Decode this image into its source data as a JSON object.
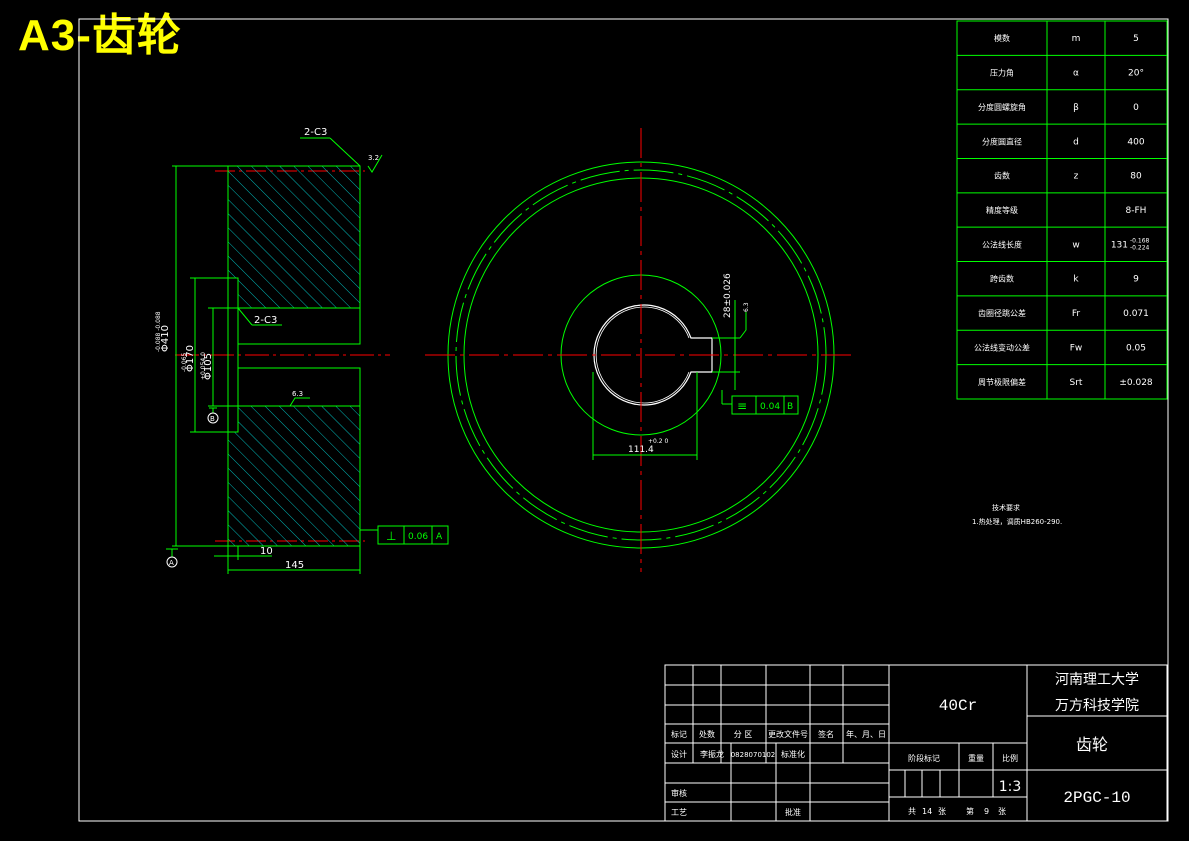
{
  "overlay_title": "A3-齿轮",
  "colors": {
    "outline": "#00ff00",
    "hatch": "#00e6e6",
    "center": "#ff0000",
    "text": "#ffffff",
    "frame": "#ffffff",
    "dim": "#00ff00",
    "caption": "#ffff00"
  },
  "params": [
    {
      "name": "模数",
      "sym": "m",
      "val": "5"
    },
    {
      "name": "压力角",
      "sym": "α",
      "val": "20°"
    },
    {
      "name": "分度圆螺旋角",
      "sym": "β",
      "val": "0"
    },
    {
      "name": "分度圆直径",
      "sym": "d",
      "val": "400"
    },
    {
      "name": "齿数",
      "sym": "z",
      "val": "80"
    },
    {
      "name": "精度等级",
      "sym": "",
      "val": "8-FH"
    },
    {
      "name": "公法线长度",
      "sym": "w",
      "val": "131",
      "val_sup": "-0.168",
      "val_sub": "-0.224"
    },
    {
      "name": "跨齿数",
      "sym": "k",
      "val": "9"
    },
    {
      "name": "齿圈径跳公差",
      "sym": "Fr",
      "val": "0.071"
    },
    {
      "name": "公法线变动公差",
      "sym": "Fw",
      "val": "0.05"
    },
    {
      "name": "周节极限偏差",
      "sym": "Srt",
      "val": "±0.028"
    }
  ],
  "section": {
    "chamfer_top": "2-C3",
    "chamfer_inner": "2-C3",
    "rough_top": "3.2",
    "rough_bore": "6.3",
    "d_outer": "Φ410",
    "d_outer_tol": "-0.088\n-0.088",
    "d_hub": "Φ170",
    "d_hub_tol": "-0.065",
    "d_bore": "Φ105",
    "d_bore_tol": "+0.054\n0",
    "width": "145",
    "width_small": "10",
    "datum_a": "A",
    "datum_b": "B",
    "tol_perp": "⊥",
    "tol_perp_val": "0.06",
    "tol_perp_datum": "A"
  },
  "front": {
    "keyway_w": "28±0.026",
    "keyway_depth": "111.4",
    "keyway_depth_tol": "+0.2\n0",
    "rough_key": "6.3",
    "tol_sym": "≡",
    "tol_val": "0.04",
    "tol_datum": "B"
  },
  "notes": {
    "title": "技术要求",
    "line1": "1.热处理，调质HB260-290."
  },
  "title_block": {
    "material": "40Cr",
    "school_line1": "河南理工大学",
    "school_line2": "万方科技学院",
    "part_name": "齿轮",
    "drawing_no": "2PGC-10",
    "scale": "1:3",
    "h_mark": "标记",
    "h_count": "处数",
    "h_zone": "分  区",
    "h_doc": "更改文件号",
    "h_sign": "签名",
    "h_date": "年、月、日",
    "design_label": "设计",
    "designer": "李振龙",
    "student_id": "0828070102",
    "std_label": "标准化",
    "review_label": "审核",
    "process_label": "工艺",
    "approve_label": "批准",
    "stage_label": "阶段标记",
    "weight_label": "重量",
    "scale_label": "比例",
    "total_label": "共",
    "total_num": "14",
    "sheet_unit": "张",
    "sheet_label": "第",
    "sheet_num": "9",
    "sheet_unit2": "张"
  }
}
